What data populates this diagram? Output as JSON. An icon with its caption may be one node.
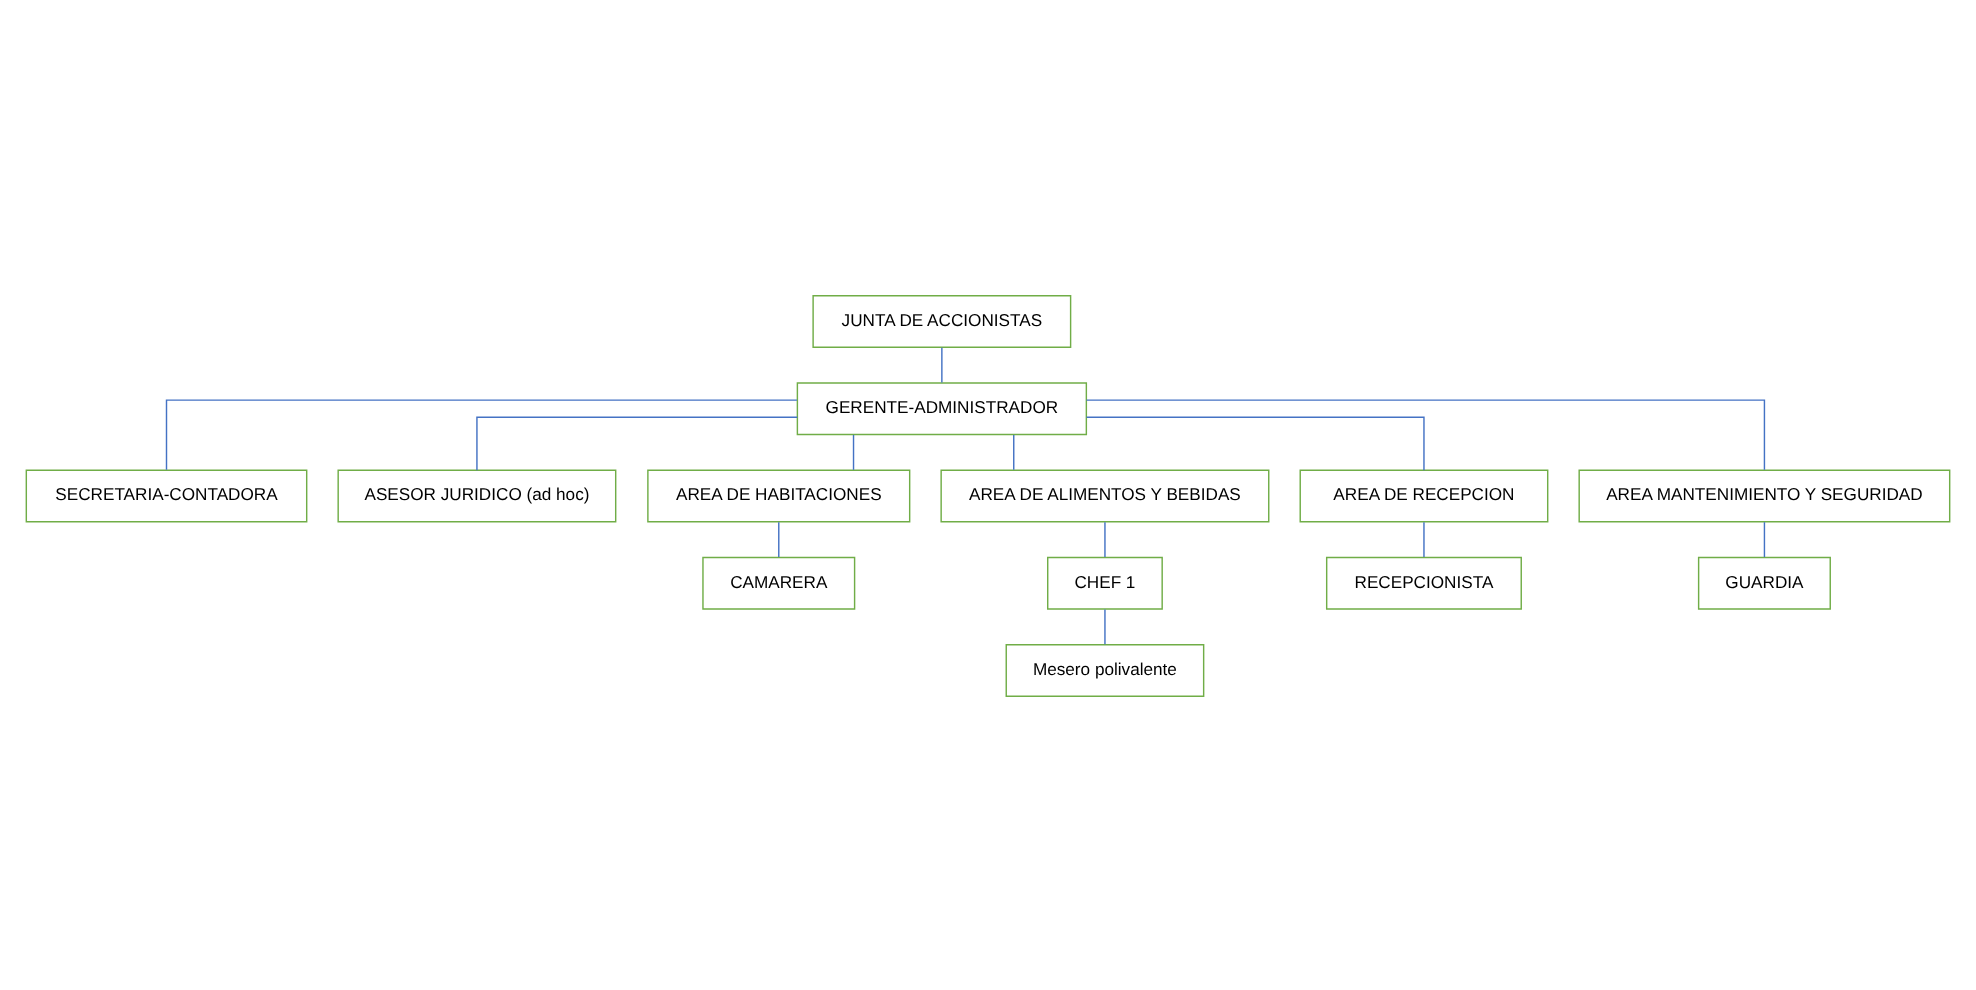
{
  "diagram": {
    "nodes": [
      {
        "text": [
          "JUNTA DE ACCIONISTAS"
        ]
      },
      {
        "text": [
          "GERENTE-ADMINISTRADOR"
        ]
      },
      {
        "text": [
          "SECRETARIA-CONTADORA"
        ]
      },
      {
        "text": [
          "ASESOR JURIDICO (ad hoc)"
        ]
      },
      {
        "text": [
          "AREA DE HABITACIONES"
        ]
      },
      {
        "text": [
          "AREA DE ALIMENTOS Y BEBIDAS"
        ]
      },
      {
        "text": [
          "AREA DE RECEPCION"
        ]
      },
      {
        "text": [
          "AREA MANTENIMIENTO Y SEGURIDAD"
        ]
      },
      {
        "text": [
          "CAMARERA"
        ]
      },
      {
        "text": [
          "CHEF 1"
        ]
      },
      {
        "text": [
          "Mesero polivalente"
        ]
      },
      {
        "text": [
          "RECEPCIONISTA"
        ]
      },
      {
        "text": [
          "GUARDIA"
        ]
      }
    ],
    "edges": [
      {
        "from": 0,
        "to": 1,
        "arrow": "none"
      },
      {
        "from": 1,
        "to": 2,
        "arrow": "none"
      },
      {
        "from": 1,
        "to": 3,
        "arrow": "none"
      },
      {
        "from": 1,
        "to": 4,
        "arrow": "none"
      },
      {
        "from": 1,
        "to": 5,
        "arrow": "none"
      },
      {
        "from": 1,
        "to": 6,
        "arrow": "none"
      },
      {
        "from": 1,
        "to": 7,
        "arrow": "none"
      },
      {
        "from": 4,
        "to": 8,
        "arrow": "none"
      },
      {
        "from": 5,
        "to": 9,
        "arrow": "none"
      },
      {
        "from": 9,
        "to": 10,
        "arrow": "none"
      },
      {
        "from": 6,
        "to": 11,
        "arrow": "none"
      },
      {
        "from": 7,
        "to": 12,
        "arrow": "none"
      }
    ]
  }
}
